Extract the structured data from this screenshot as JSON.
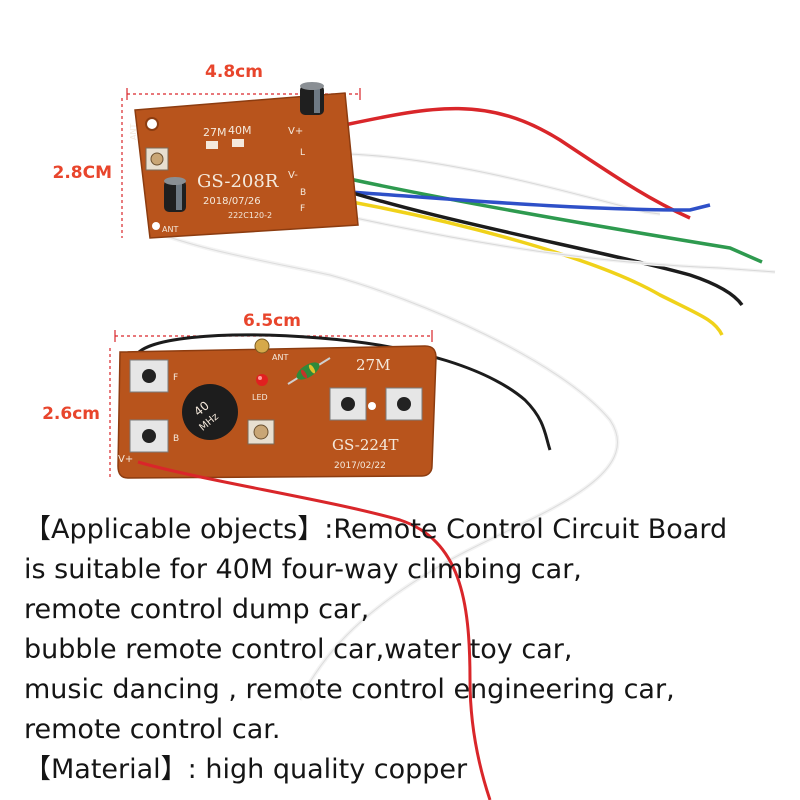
{
  "dimensions": {
    "top_width": "4.8cm",
    "top_height": "2.8CM",
    "bottom_width": "6.5cm",
    "bottom_height": "2.6cm"
  },
  "receiver_board": {
    "model": "GS-208R",
    "date": "2018/07/26",
    "code": "222C120-2",
    "freq_a": "27M",
    "freq_b": "40M",
    "ant_top": "ANT",
    "ant_bottom": "ANT",
    "pins": [
      "V+",
      "L",
      "V-",
      "B",
      "F"
    ]
  },
  "transmitter_board": {
    "model": "GS-224T",
    "date": "2017/02/22",
    "freq": "27M",
    "ant": "ANT",
    "led": "LED",
    "buzzer_top": "40",
    "buzzer_bottom": "MHz",
    "label_f": "F",
    "label_b": "B",
    "label_vplus": "V+"
  },
  "description": {
    "lines": [
      "【Applicable objects】:Remote Control Circuit Board",
      "is suitable for 40M four-way climbing car,",
      "remote control dump car,",
      "bubble remote control car,water toy car,",
      "music dancing , remote control engineering car,",
      "remote control car.",
      "【Material】: high quality copper"
    ]
  },
  "colors": {
    "pcb": "#b8541c",
    "dimension_text": "#e8452c",
    "wire_red": "#d9262a",
    "wire_green": "#2e9a4f",
    "wire_blue": "#2e50c8",
    "wire_yellow": "#f0d21a",
    "wire_black": "#1c1c1c",
    "wire_white": "#f3f3f3"
  }
}
